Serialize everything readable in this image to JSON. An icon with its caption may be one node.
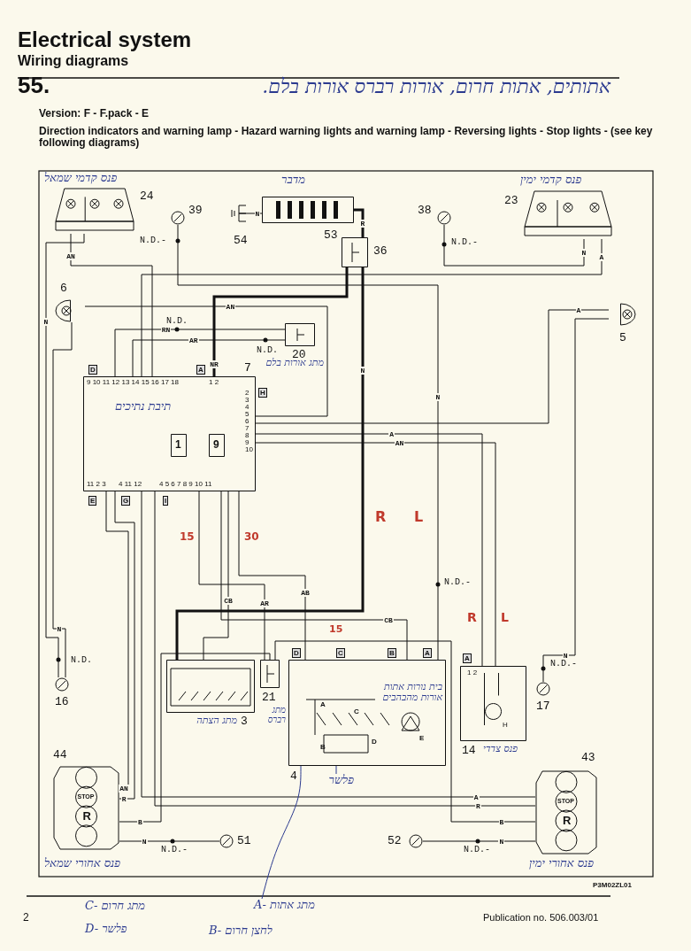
{
  "diagram": {
    "title": "Electrical system",
    "nodes": [
      {
        "text": [],
        "shape": "box",
        "beside": [
          "24"
        ]
      },
      {
        "text": [],
        "shape": "circle",
        "beside": [
          "39"
        ]
      },
      {
        "text": [],
        "shape": "box",
        "beside": [
          "54"
        ]
      },
      {
        "text": [],
        "shape": "box",
        "beside": [
          "53"
        ]
      },
      {
        "text": [],
        "shape": "box",
        "beside": [
          "36"
        ]
      },
      {
        "text": [],
        "shape": "circle",
        "beside": [
          "38"
        ]
      },
      {
        "text": [],
        "shape": "box",
        "beside": [
          "23"
        ]
      },
      {
        "text": [],
        "shape": "box",
        "beside": [
          "6"
        ]
      },
      {
        "text": [],
        "shape": "box",
        "beside": [
          "5"
        ]
      },
      {
        "text": [],
        "shape": "box",
        "beside": [
          "20"
        ]
      },
      {
        "text": [],
        "shape": "box",
        "beside": [
          "7"
        ]
      },
      {
        "text": [
          "1"
        ],
        "in": 10
      },
      {
        "text": [
          "9"
        ],
        "in": 10
      },
      {
        "text": [],
        "shape": "box",
        "beside": [
          "3"
        ]
      },
      {
        "text": [],
        "shape": "box",
        "beside": [
          "21"
        ]
      },
      {
        "text": [],
        "shape": "box",
        "beside": [
          "4"
        ]
      },
      {
        "text": [],
        "shape": "box",
        "beside": [
          "14"
        ]
      },
      {
        "text": [],
        "shape": "circle",
        "beside": [
          "16"
        ]
      },
      {
        "text": [],
        "shape": "circle",
        "beside": [
          "17"
        ]
      },
      {
        "text": [
          "STOP",
          "R"
        ],
        "beside": [
          "44"
        ]
      },
      {
        "text": [
          "STOP",
          "R"
        ],
        "beside": [
          "43"
        ]
      },
      {
        "text": [],
        "shape": "circle",
        "beside": [
          "51"
        ]
      },
      {
        "text": [],
        "shape": "circle",
        "beside": [
          "52"
        ]
      },
      {
        "text": [
          "פלשר"
        ]
      },
      {
        "text": [
          "A- מתג אתות"
        ]
      }
    ],
    "edges": [
      {
        "from": 0,
        "to": 10,
        "arrow": "none",
        "label": "AN"
      },
      {
        "from": 0,
        "to": 17,
        "arrow": "none",
        "label": "N"
      },
      {
        "from": 1,
        "to": 15,
        "arrow": "none",
        "label": "N"
      },
      {
        "from": 2,
        "to": 3,
        "arrow": "none",
        "label": "N"
      },
      {
        "from": 3,
        "to": 4,
        "arrow": "none",
        "label": "R",
        "style": "thick"
      },
      {
        "from": 4,
        "to": 10,
        "arrow": "none",
        "label": "NR",
        "style": "thick"
      },
      {
        "from": 4,
        "to": 13,
        "arrow": "none",
        "label": "N",
        "style": "thick"
      },
      {
        "from": 5,
        "to": 6,
        "arrow": "none",
        "label": "N"
      },
      {
        "from": 6,
        "to": 10,
        "arrow": "none",
        "label": "A"
      },
      {
        "from": 7,
        "to": 10,
        "arrow": "none",
        "label": "AN"
      },
      {
        "from": 7,
        "to": 17,
        "arrow": "none",
        "label": "N"
      },
      {
        "from": 8,
        "to": 10,
        "arrow": "none",
        "label": "A"
      },
      {
        "from": 8,
        "to": 18,
        "arrow": "none",
        "label": "N"
      },
      {
        "from": 9,
        "to": 10,
        "arrow": "none",
        "label": "RN"
      },
      {
        "from": 9,
        "to": 10,
        "arrow": "none",
        "label": "AR"
      },
      {
        "from": 10,
        "to": 15,
        "arrow": "none",
        "label": "CB"
      },
      {
        "from": 10,
        "to": 14,
        "arrow": "none",
        "label": "AR"
      },
      {
        "from": 10,
        "to": 15,
        "arrow": "none",
        "label": "AB"
      },
      {
        "from": 10,
        "to": 16,
        "arrow": "none",
        "label": "A"
      },
      {
        "from": 10,
        "to": 16,
        "arrow": "none",
        "label": "AN"
      },
      {
        "from": 10,
        "to": 19,
        "arrow": "none",
        "label": "AN"
      },
      {
        "from": 10,
        "to": 20,
        "arrow": "none",
        "label": "A"
      },
      {
        "from": 10,
        "to": 19,
        "arrow": "none",
        "label": "R"
      },
      {
        "from": 10,
        "to": 20,
        "arrow": "none",
        "label": "R"
      },
      {
        "from": 14,
        "to": 19,
        "arrow": "none",
        "label": "B"
      },
      {
        "from": 14,
        "to": 20,
        "arrow": "none",
        "label": "B"
      },
      {
        "from": 19,
        "to": 21,
        "arrow": "none",
        "label": "N"
      },
      {
        "from": 20,
        "to": 22,
        "arrow": "none",
        "label": "N"
      },
      {
        "from": 10,
        "to": 13,
        "arrow": "none",
        "label": "CB"
      },
      {
        "from": 23,
        "to": 15,
        "arrow": "none",
        "color": "#2b3a8f"
      },
      {
        "from": 24,
        "to": 15,
        "arrow": "none",
        "color": "#2b3a8f"
      }
    ],
    "labels": [
      "Wiring diagrams",
      "55.",
      "אתותים, אתות חרום, אורות רברס אורות בלם.",
      "Version: F - F.pack - E",
      "Direction indicators and warning lamp - Hazard warning lights and warning lamp - Reversing lights - Stop lights - (see key following diagrams)",
      "פנס קדמי שמאל",
      "מדבר",
      "פנס קדמי ימין",
      "N.D.-",
      "N.D.",
      "N.D.",
      "N.D.-",
      "D",
      "A",
      "H",
      "9 10 11 12 13 14 15 16 17 18",
      "1 2",
      "2 3 4 5 6 7 8 9 10",
      "תיבת נתיכים",
      "מתג אורות בלם",
      "11 2 3",
      "4 11 12",
      "4 5 6 7 8 9 10 11",
      "E",
      "G",
      "I",
      "R",
      "L",
      "15",
      "30",
      "N.D.-",
      "N.D.",
      "N.D.-",
      "D",
      "C",
      "B",
      "A",
      "15",
      "R",
      "L",
      "A",
      "1 2",
      "H",
      "מתג הצתה",
      "מתג רברס",
      "בית נורות אתות אורות מהבהבים",
      "A",
      "B",
      "C",
      "D",
      "E",
      "פנס צדדי",
      "N.D.-",
      "N.D.-",
      "פנס אחורי שמאל",
      "פנס אחורי ימין",
      "P3M02ZL01",
      "2",
      "C- מתג חרום",
      "D- פלשר",
      "B- לחצן חרום",
      "Publication no. 506.003/01"
    ]
  }
}
